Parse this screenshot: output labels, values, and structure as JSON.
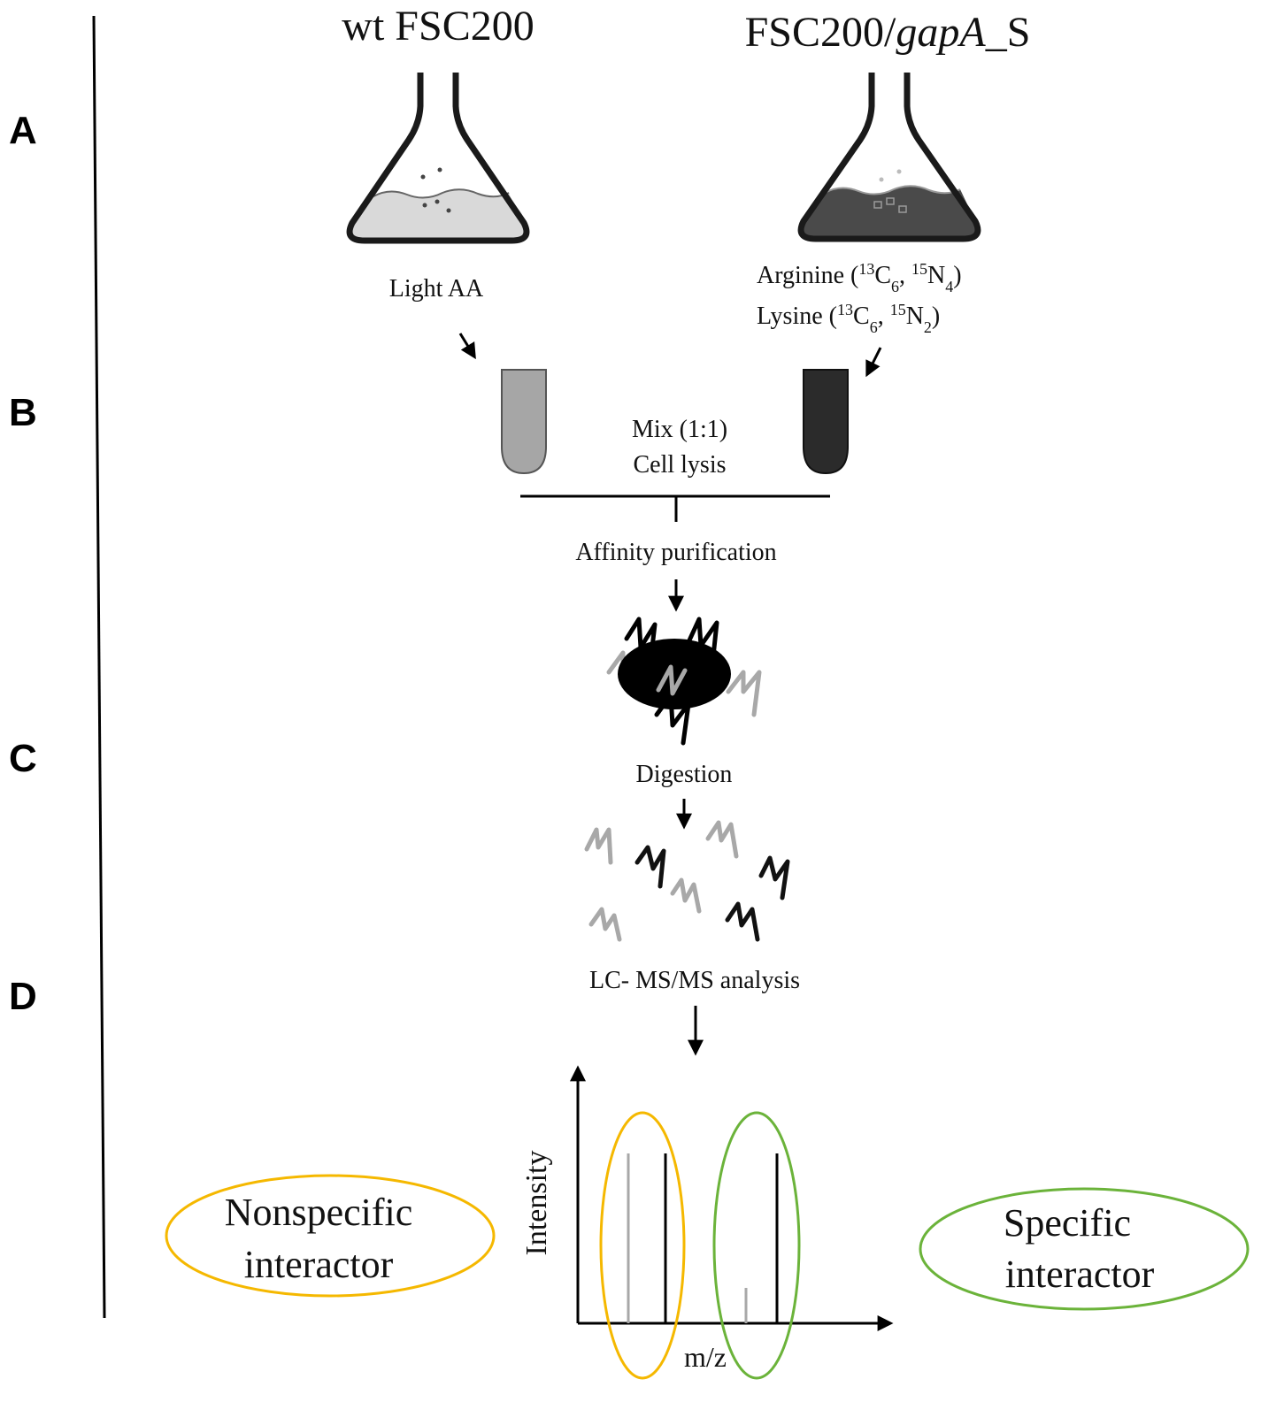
{
  "panels": [
    "A",
    "B",
    "C",
    "D"
  ],
  "strains": {
    "left": "wt FSC200",
    "right_prefix": "FSC200/",
    "right_italic": "gapA",
    "right_suffix": "_S"
  },
  "media": {
    "light": "Light AA",
    "heavy_arg": {
      "name": "Arginine (",
      "c_mass": "13",
      "c_el": "C",
      "c_sub": "6",
      "sep": ", ",
      "n_mass": "15",
      "n_el": "N",
      "n_sub": "4",
      "close": ")"
    },
    "heavy_lys": {
      "name": "Lysine (",
      "c_mass": "13",
      "c_el": "C",
      "c_sub": "6",
      "sep": ", ",
      "n_mass": "15",
      "n_el": "N",
      "n_sub": "2",
      "close": ")"
    }
  },
  "steps": {
    "mix": "Mix (1:1)",
    "lysis": "Cell lysis",
    "affinity": "Affinity purification",
    "digestion": "Digestion",
    "lcms": "LC- MS/MS analysis"
  },
  "spectrum": {
    "ylabel": "Intensity",
    "xlabel": "m/z",
    "nonspecific": {
      "line1": "Nonspecific",
      "line2": "interactor",
      "color": "#F5B800"
    },
    "specific": {
      "line1": "Specific",
      "line2": "interactor",
      "color": "#6BB33A"
    }
  },
  "colors": {
    "light_fill": "#d9d9d9",
    "heavy_fill": "#4a4a4a",
    "light_tube": "#a6a6a6",
    "heavy_tube": "#2b2b2b",
    "light_peptide": "#a8a8a8",
    "heavy_peptide": "#111111"
  }
}
